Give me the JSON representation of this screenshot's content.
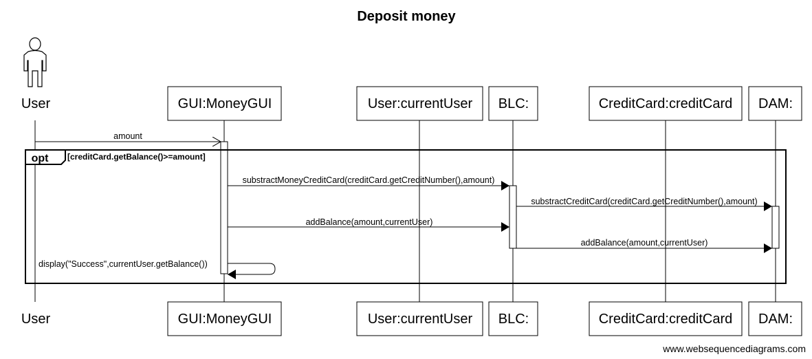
{
  "title": "Deposit money",
  "participants": {
    "user": "User",
    "gui": "GUI:MoneyGUI",
    "current_user": "User:currentUser",
    "blc": "BLC:",
    "credit_card": "CreditCard:creditCard",
    "dam": "DAM:"
  },
  "fragment": {
    "keyword": "opt",
    "guard": "[creditCard.getBalance()>=amount]"
  },
  "messages": {
    "m1": "amount",
    "m2": "substractMoneyCreditCard(creditCard.getCreditNumber(),amount)",
    "m3": "substractCreditCard(creditCard.getCreditNumber(),amount)",
    "m4": "addBalance(amount,currentUser)",
    "m5": "addBalance(amount,currentUser)",
    "m6": "display(\"Success\",currentUser.getBalance())"
  },
  "watermark": "www.websequencediagrams.com"
}
